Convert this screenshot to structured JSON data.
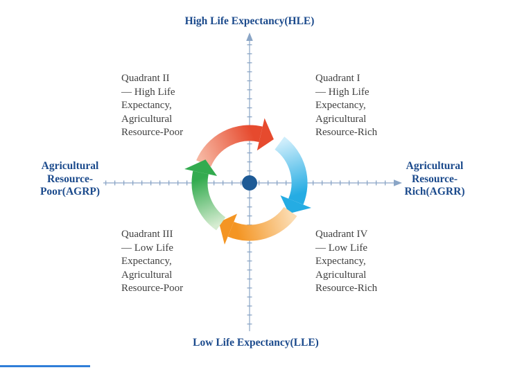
{
  "colors": {
    "axis": "#8aa5c6",
    "label_navy": "#1b4a8c",
    "quadrant_text": "#3f3f3f",
    "center_dot": "#1d5a96",
    "arrow_red": "#e64a2e",
    "arrow_red_light": "#f6b5a0",
    "arrow_blue": "#25ace3",
    "arrow_blue_light": "#cdedfb",
    "arrow_orange": "#f49523",
    "arrow_orange_light": "#fbdcb2",
    "arrow_green": "#33ab4f",
    "arrow_green_light": "#d6ecd1",
    "bottom_line": "#2f7ed8"
  },
  "axes": {
    "top_label": "High Life Expectancy(HLE)",
    "bottom_label": "Low Life Expectancy(LLE)",
    "left_label": "Agricultural\nResource-\nPoor(AGRP)",
    "right_label": "Agricultural\nResource-\nRich(AGRR)"
  },
  "quadrants": {
    "q1": "Quadrant I\n— High Life\nExpectancy,\nAgricultural\nResource-Rich",
    "q2": "Quadrant II\n— High Life\nExpectancy,\nAgricultural\nResource-Poor",
    "q3": "Quadrant III\n— Low Life\nExpectancy,\nAgricultural\nResource-Poor",
    "q4": "Quadrant IV\n— Low Life\nExpectancy,\nAgricultural\nResource-Rich"
  },
  "cycle": {
    "direction": "clockwise",
    "arrows": [
      {
        "icon": "red-arrow-icon",
        "position": "top",
        "points": "right"
      },
      {
        "icon": "blue-arrow-icon",
        "position": "right",
        "points": "down"
      },
      {
        "icon": "orange-arrow-icon",
        "position": "bottom",
        "points": "left"
      },
      {
        "icon": "green-arrow-icon",
        "position": "left",
        "points": "up"
      }
    ]
  }
}
